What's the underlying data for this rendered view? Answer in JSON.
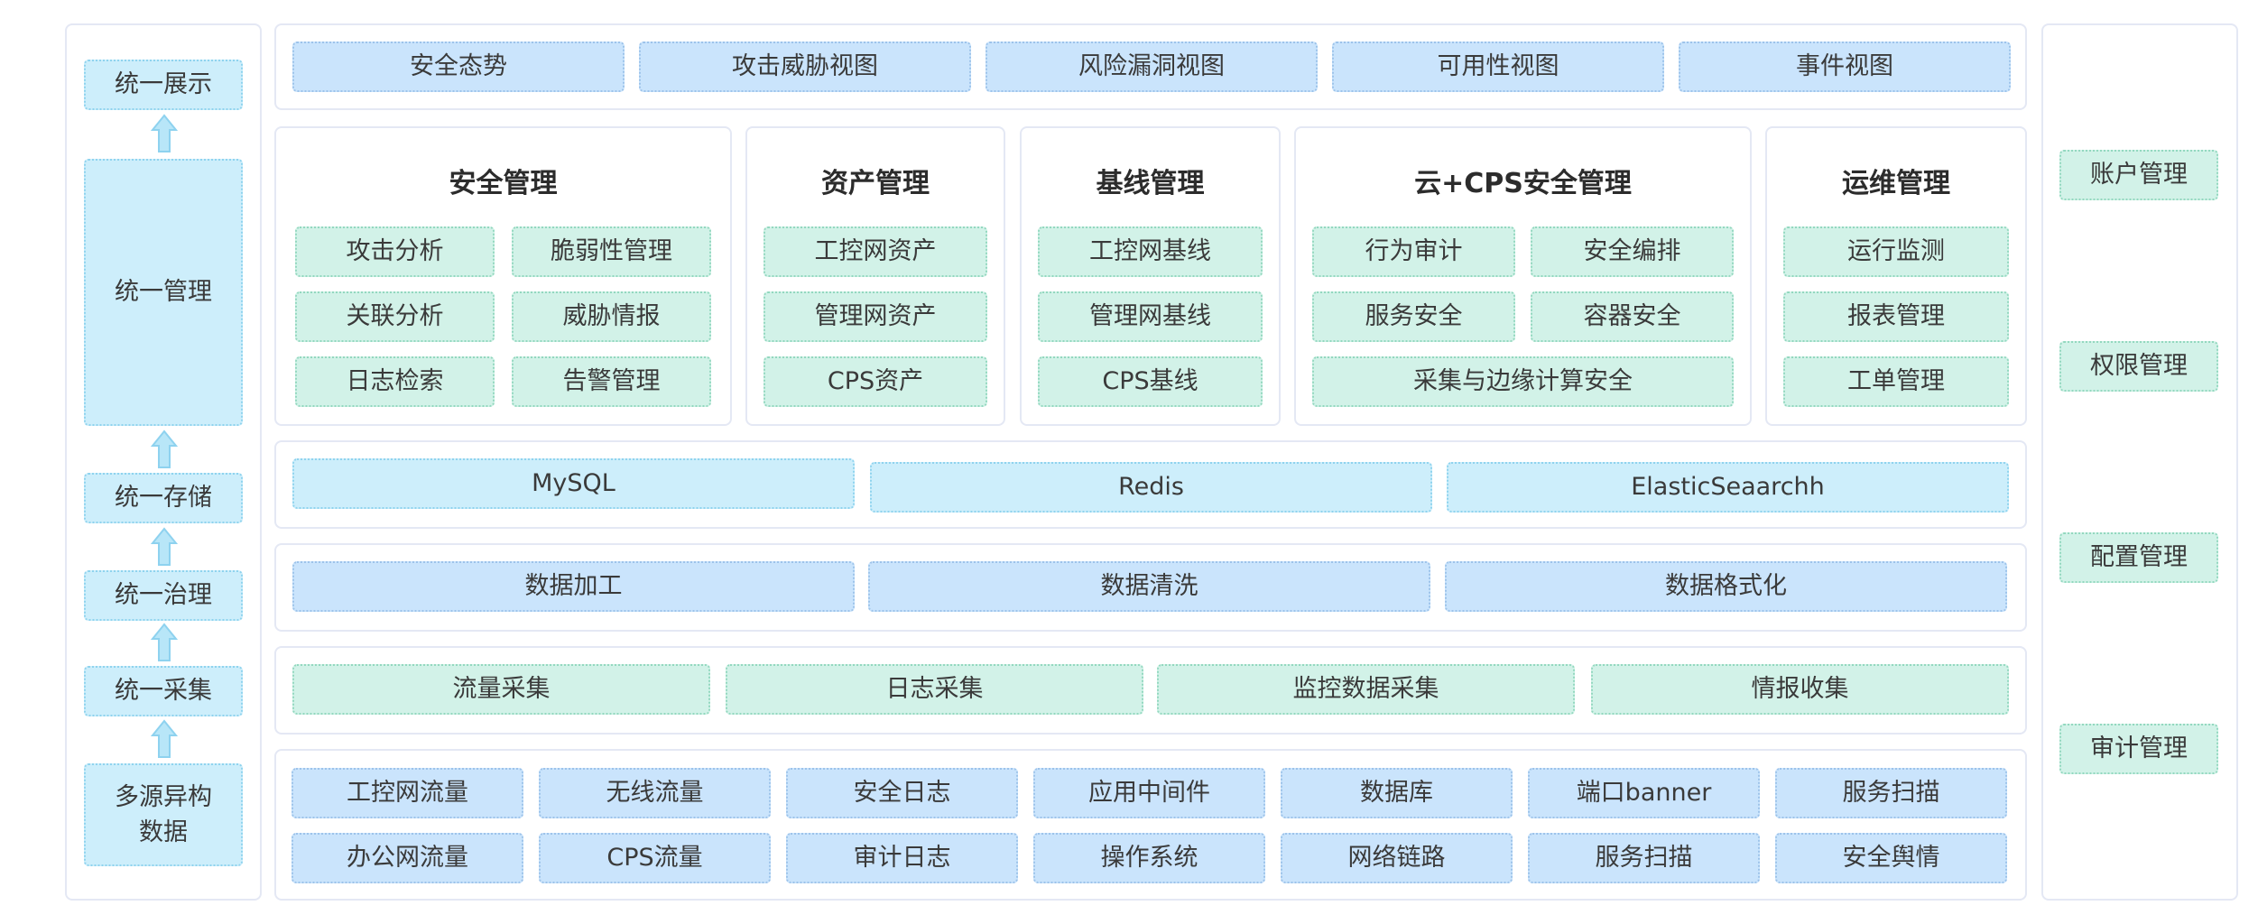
{
  "left_column": {
    "unified_display": "统一展示",
    "unified_management": "统一管理",
    "unified_storage": "统一存储",
    "unified_governance": "统一治理",
    "unified_collection": "统一采集",
    "multi_source_line1": "多源异构",
    "multi_source_line2": "数据"
  },
  "views": [
    "安全态势",
    "攻击威胁视图",
    "风险漏洞视图",
    "可用性视图",
    "事件视图"
  ],
  "modules": {
    "security": {
      "title": "安全管理",
      "items": [
        "攻击分析",
        "脆弱性管理",
        "关联分析",
        "威胁情报",
        "日志检索",
        "告警管理"
      ]
    },
    "asset": {
      "title": "资产管理",
      "items": [
        "工控网资产",
        "管理网资产",
        "CPS资产"
      ]
    },
    "baseline": {
      "title": "基线管理",
      "items": [
        "工控网基线",
        "管理网基线",
        "CPS基线"
      ]
    },
    "cloud_cps": {
      "title": "云+CPS安全管理",
      "items": [
        "行为审计",
        "安全编排",
        "服务安全",
        "容器安全",
        "采集与边缘计算安全"
      ]
    },
    "ops": {
      "title": "运维管理",
      "items": [
        "运行监测",
        "报表管理",
        "工单管理"
      ]
    }
  },
  "storage": [
    "MySQL",
    "Redis",
    "ElasticSeaarchh"
  ],
  "processing": [
    "数据加工",
    "数据清洗",
    "数据格式化"
  ],
  "collection": [
    "流量采集",
    "日志采集",
    "监控数据采集",
    "情报收集"
  ],
  "sources_row1": [
    "工控网流量",
    "无线流量",
    "安全日志",
    "应用中间件",
    "数据库",
    "端口banner",
    "服务扫描"
  ],
  "sources_row2": [
    "办公网流量",
    "CPS流量",
    "审计日志",
    "操作系统",
    "网络链路",
    "服务扫描",
    "安全舆情"
  ],
  "right_column": [
    "账户管理",
    "权限管理",
    "配置管理",
    "审计管理"
  ],
  "colors": {
    "blue_box": "#cae4fc",
    "cyan_box": "#cdeefb",
    "green_box": "#d2f2e8",
    "panel_border": "#e4e8f4",
    "arrow": "#b8e6f8"
  }
}
